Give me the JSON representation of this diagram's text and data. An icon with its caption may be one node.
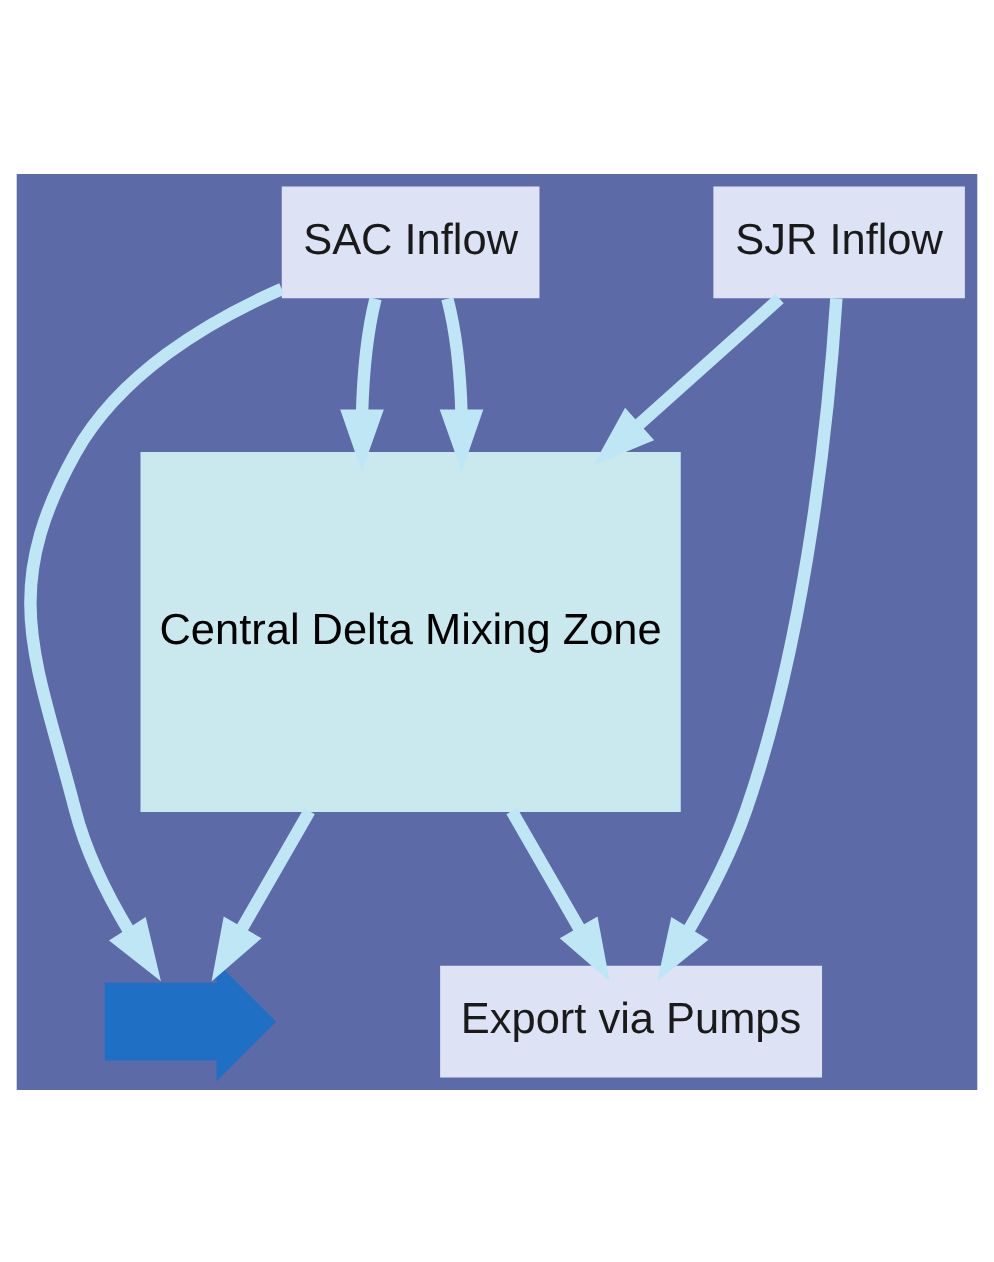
{
  "diagram": {
    "nodes": [
      {
        "text": [
          "SAC Inflow"
        ]
      },
      {
        "text": [
          "Central Delta Mixing Zone"
        ]
      },
      {
        "text": [],
        "shape": "arrow"
      },
      {
        "text": [
          "Export via Pumps"
        ]
      },
      {
        "text": [
          "SJR Inflow"
        ]
      }
    ],
    "edges": [
      {
        "from": 0,
        "to": 1,
        "arrow": "to"
      },
      {
        "from": 0,
        "to": 1,
        "arrow": "to"
      },
      {
        "from": 0,
        "to": 2,
        "arrow": "to"
      },
      {
        "from": 1,
        "to": 2,
        "arrow": "to"
      },
      {
        "from": 1,
        "to": 3,
        "arrow": "to"
      },
      {
        "from": 4,
        "to": 1,
        "arrow": "to"
      },
      {
        "from": 4,
        "to": 3,
        "arrow": "to"
      }
    ]
  }
}
